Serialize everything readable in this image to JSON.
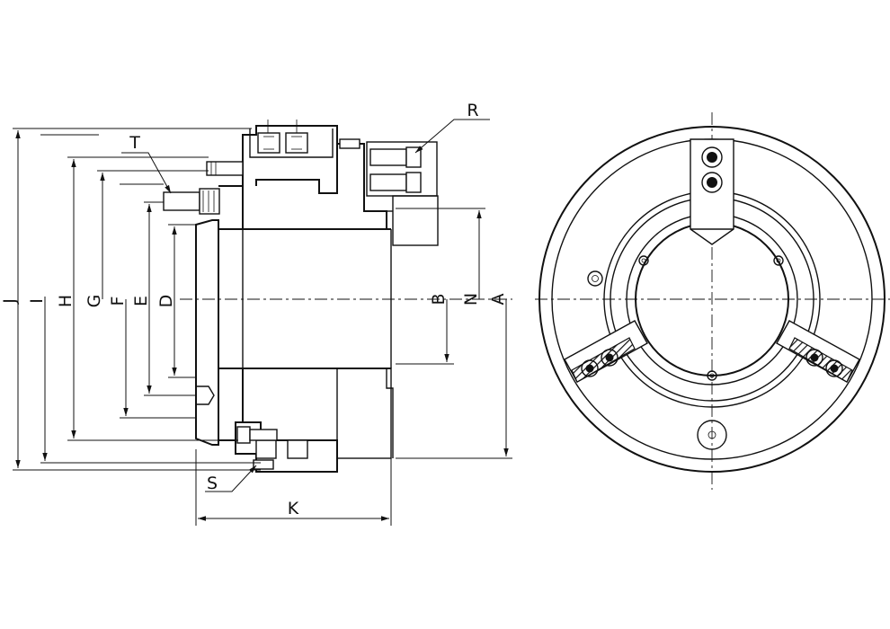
{
  "drawing": {
    "labels": {
      "J": "J",
      "I": "I",
      "H": "H",
      "G": "G",
      "F": "F",
      "E": "E",
      "D": "D",
      "B": "B",
      "N": "N",
      "A": "A",
      "K": "K",
      "R": "R",
      "S": "S",
      "T": "T"
    }
  }
}
